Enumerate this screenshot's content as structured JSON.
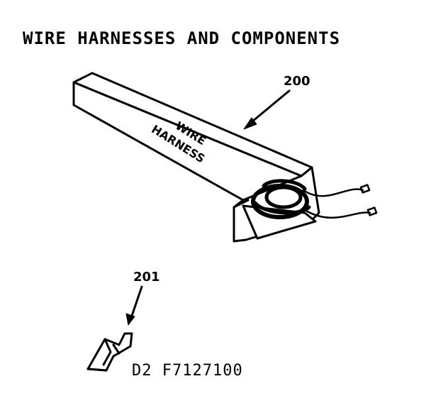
{
  "title": "WIRE HARNESSES AND COMPONENTS",
  "parts": [
    {
      "number": "200",
      "box_label_line1": "WIRE",
      "box_label_line2": "HARNESS"
    },
    {
      "number": "201"
    }
  ],
  "diagram_code": "D2 F7127100"
}
